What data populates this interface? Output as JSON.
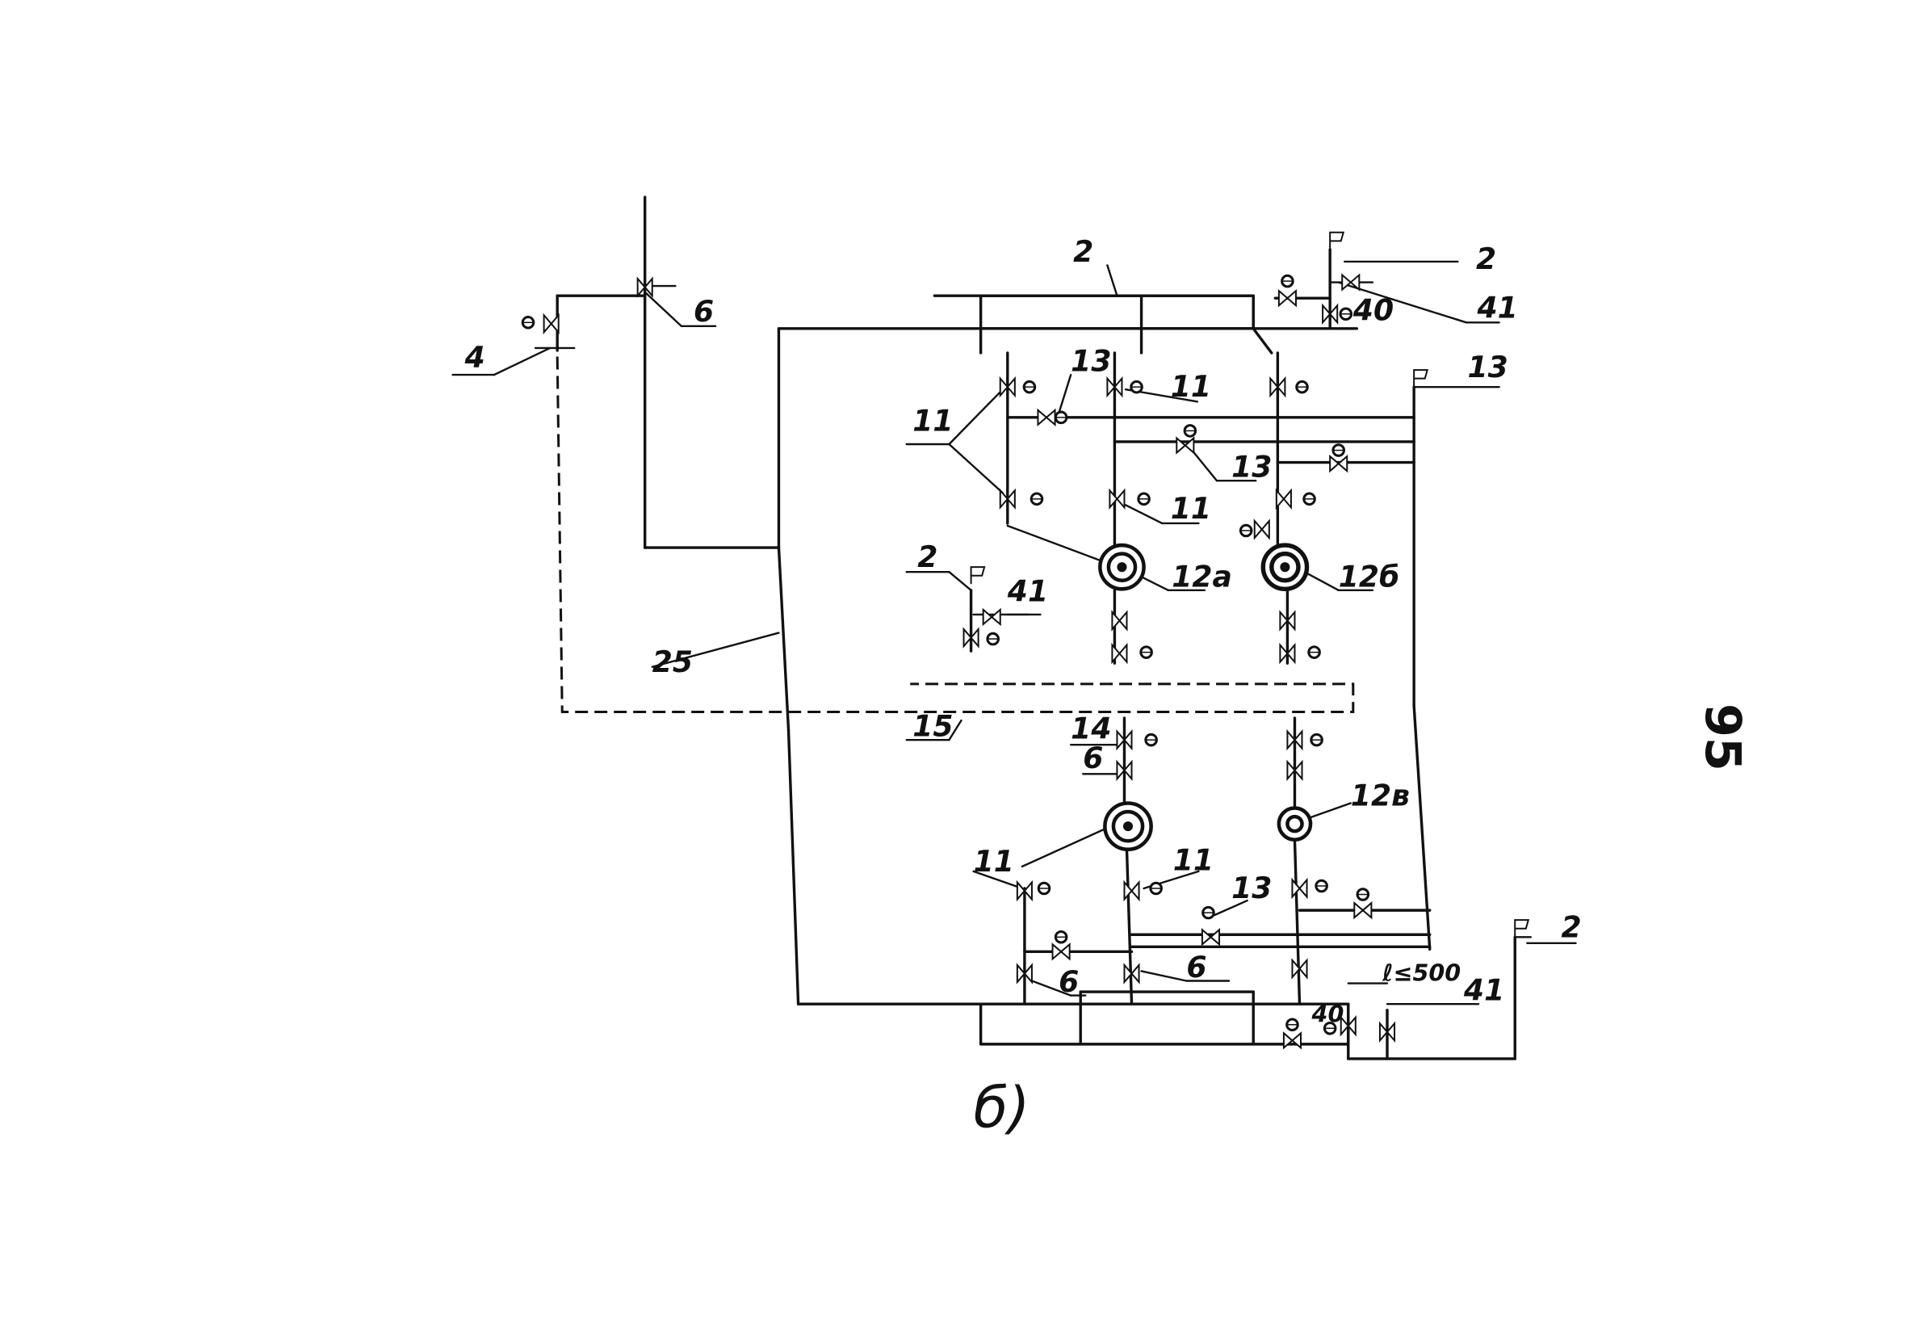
{
  "labels": {
    "l4": "4",
    "l6_top": "6",
    "l2_top_left": "2",
    "l2_top_right": "2",
    "l40_top": "40",
    "l41_top": "41",
    "l13_right": "13",
    "l11_group": "11",
    "l13_a": "13",
    "l11_b": "11",
    "l13_b": "13",
    "l11_c": "11",
    "l12a": "12а",
    "l12b": "12б",
    "l2_mid": "2",
    "l41_mid": "41",
    "l25": "25",
    "l15": "15",
    "l14": "14",
    "l6_mid": "6",
    "l12v": "12в",
    "l11_d": "11",
    "l11_e": "11",
    "l13_c": "13",
    "l6_bot_a": "6",
    "l6_bot_b": "6",
    "l_dim": "ℓ≤500",
    "l41_bot": "41",
    "l40_bot": "40",
    "l2_bot": "2"
  },
  "caption": "б)",
  "page_number": "95"
}
